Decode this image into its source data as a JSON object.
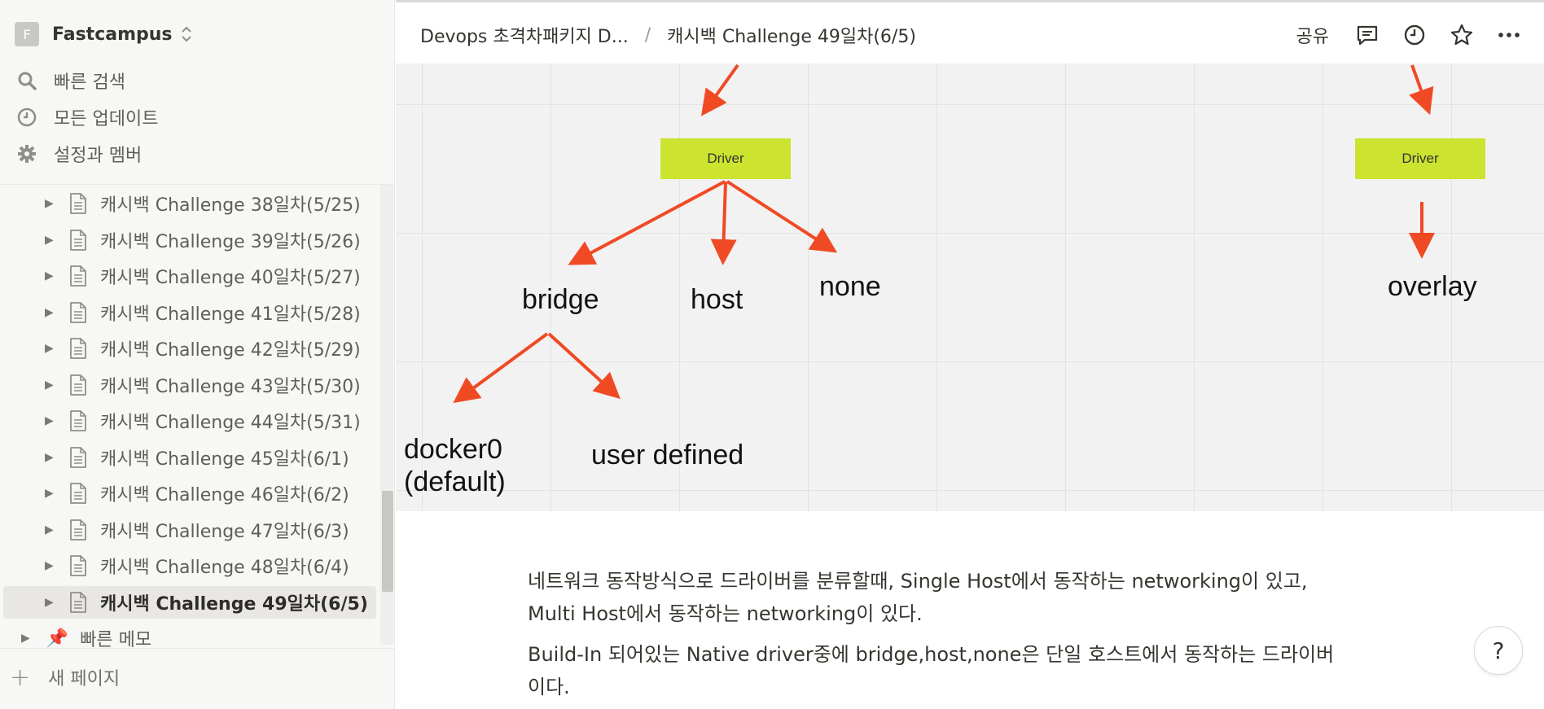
{
  "workspace": {
    "initial": "F",
    "name": "Fastcampus"
  },
  "nav": [
    {
      "label": "빠른 검색",
      "icon": "search-icon"
    },
    {
      "label": "모든 업데이트",
      "icon": "clock-icon"
    },
    {
      "label": "설정과 멤버",
      "icon": "gear-icon"
    }
  ],
  "pages": [
    {
      "label": "캐시백 Challenge 38일차(5/25)"
    },
    {
      "label": "캐시백 Challenge 39일차(5/26)"
    },
    {
      "label": "캐시백 Challenge 40일차(5/27)"
    },
    {
      "label": "캐시백 Challenge 41일차(5/28)"
    },
    {
      "label": "캐시백 Challenge 42일차(5/29)"
    },
    {
      "label": "캐시백 Challenge 43일차(5/30)"
    },
    {
      "label": "캐시백 Challenge 44일차(5/31)"
    },
    {
      "label": "캐시백 Challenge 45일차(6/1)"
    },
    {
      "label": "캐시백 Challenge 46일차(6/2)"
    },
    {
      "label": "캐시백 Challenge 47일차(6/3)"
    },
    {
      "label": "캐시백 Challenge 48일차(6/4)"
    },
    {
      "label": "캐시백 Challenge 49일차(6/5)"
    }
  ],
  "memo": {
    "label": "빠른 메모",
    "icon": "pushpin-icon"
  },
  "new_page_label": "새 페이지",
  "breadcrumb": {
    "parent": "Devops 초격차패키지 D...",
    "separator": "/",
    "current": "캐시백 Challenge 49일차(6/5)"
  },
  "topbar": {
    "share_label": "공유"
  },
  "diagram": {
    "driver_left": "Driver",
    "driver_right": "Driver",
    "bridge": "bridge",
    "host": "host",
    "none": "none",
    "overlay": "overlay",
    "docker0": "docker0",
    "docker0_default": "(default)",
    "user_defined": "user defined",
    "arrow_color": "#f04a25",
    "box_color": "#cce32f"
  },
  "content": {
    "para1_line1": "네트워크 동작방식으로 드라이버를 분류할때, Single Host에서 동작하는 networking이 있고,",
    "para1_line2": "Multi Host에서 동작하는 networking이 있다.",
    "para2_line1": "Build-In 되어있는 Native driver중에 bridge,host,none은 단일 호스트에서 동작하는 드라이버",
    "para2_line2": "이다."
  },
  "help_label": "?"
}
